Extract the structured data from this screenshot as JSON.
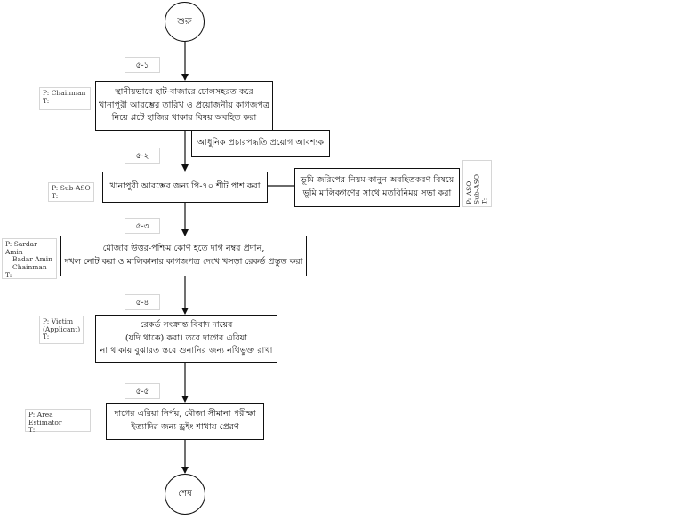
{
  "start": "শুরু",
  "end": "শেষ",
  "steps": [
    {
      "label": "৫-১",
      "role_lines": [
        "P: Chainman",
        "T:"
      ],
      "text_lines": [
        "স্থানীয়ভাবে হাট-বাজারে ঢোলসহরত করে",
        "খানাপুরী আরম্ভের তারিখ ও প্রয়োজনীয় কাগজপত্র",
        "নিয়ে প্লটে হাজির থাকার বিষয় অবহিত করা"
      ]
    },
    {
      "label": "৫-২",
      "role_lines": [
        "P: Sub-ASO",
        "T:"
      ],
      "text_lines": [
        "খানাপুরী আরম্ভের জন্য পি-৭০ শীট পাশ করা"
      ]
    },
    {
      "label": "৫-৩",
      "role_lines": [
        "P: Sardar Amin",
        "Badar Amin",
        "Chainman",
        "T:"
      ],
      "text_lines": [
        "মৌজার উত্তর-পশ্চিম কোণ হতে দাগ নম্বর প্রদান,",
        "দখল নোট করা ও মালিকানার কাগজপত্র দেখে খসড়া রেকর্ড প্রস্তুত করা"
      ]
    },
    {
      "label": "৫-৪",
      "role_lines": [
        "P: Victim",
        "(Applicant)",
        "T:"
      ],
      "text_lines": [
        "রেকর্ড সংক্রান্ত বিবাদ দায়ের",
        "(যদি থাকে) করা। তবে দাগের এরিয়া",
        "না থাকায় বুঝারত স্তরে শুনানির জন্য নথিভুক্ত রাখা"
      ]
    },
    {
      "label": "৫-৫",
      "role_lines": [
        "P: Area Estimator",
        "T:"
      ],
      "text_lines": [
        "দাগের এরিয়া নির্ণয়, মৌজা সীমানা পরীক্ষা",
        "ইত্যাদির জন্য ড্রইং শাখায় প্রেরণ"
      ]
    }
  ],
  "note_modern": "আধুনিক প্রচারপদ্ধতি প্রয়োগ আবশ্যক",
  "side_meeting": {
    "text_lines": [
      "ভূমি জরিপের নিয়ম-কানুন অবহিতকরণ বিষয়ে",
      "ভূমি মালিকগণের সাথে মতবিনিময় সভা করা"
    ],
    "role_lines": [
      "P: ASO",
      "Sub-ASO",
      "T:"
    ]
  }
}
